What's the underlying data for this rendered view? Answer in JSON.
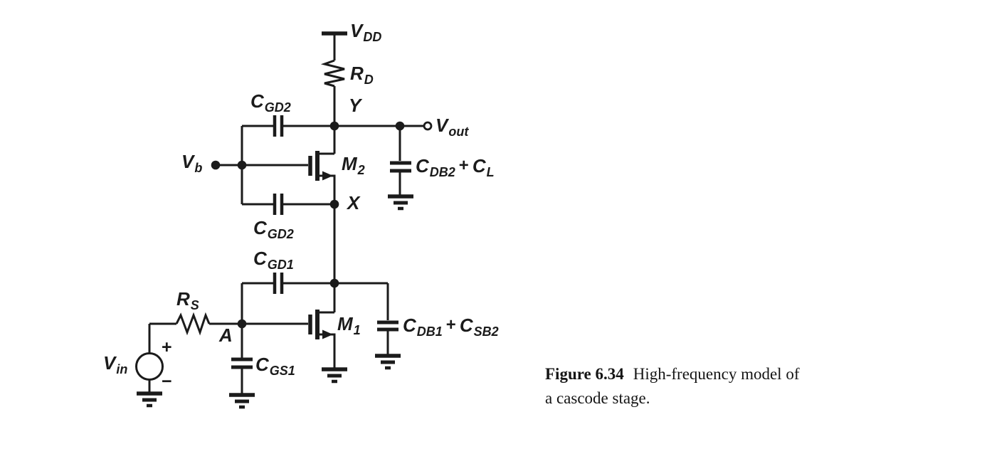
{
  "page": {
    "background_color": "#ffffff",
    "ink_color": "#1b1b1b"
  },
  "figure": {
    "caption": {
      "figure_number": "Figure 6.34",
      "line1": "High-frequency model of",
      "line2": "a cascode stage."
    },
    "nodes": [
      "Y",
      "X",
      "A"
    ],
    "labels": {
      "vdd": {
        "main": "V",
        "sub": "DD"
      },
      "rd": {
        "main": "R",
        "sub": "D"
      },
      "node_y": {
        "main": "Y"
      },
      "vout": {
        "main": "V",
        "sub": "out"
      },
      "cgd2_top": {
        "main": "C",
        "sub": "GD2"
      },
      "vb": {
        "main": "V",
        "sub": "b"
      },
      "m2": {
        "main": "M",
        "sub": "2"
      },
      "cdb2_cl": {
        "c1": "C",
        "s1": "DB2",
        "op": "+",
        "c2": "C",
        "s2": "L"
      },
      "node_x": {
        "main": "X"
      },
      "cgd2_bottom": {
        "main": "C",
        "sub": "GD2"
      },
      "cgd1": {
        "main": "C",
        "sub": "GD1"
      },
      "m1": {
        "main": "M",
        "sub": "1"
      },
      "cdb1_csb2": {
        "c1": "C",
        "s1": "DB1",
        "op": "+",
        "c2": "C",
        "s2": "SB2"
      },
      "rs": {
        "main": "R",
        "sub": "S"
      },
      "node_a": {
        "main": "A"
      },
      "cgs1": {
        "main": "C",
        "sub": "GS1"
      },
      "vin": {
        "main": "V",
        "sub": "in"
      },
      "source_plus": "+",
      "source_minus": "−"
    }
  }
}
